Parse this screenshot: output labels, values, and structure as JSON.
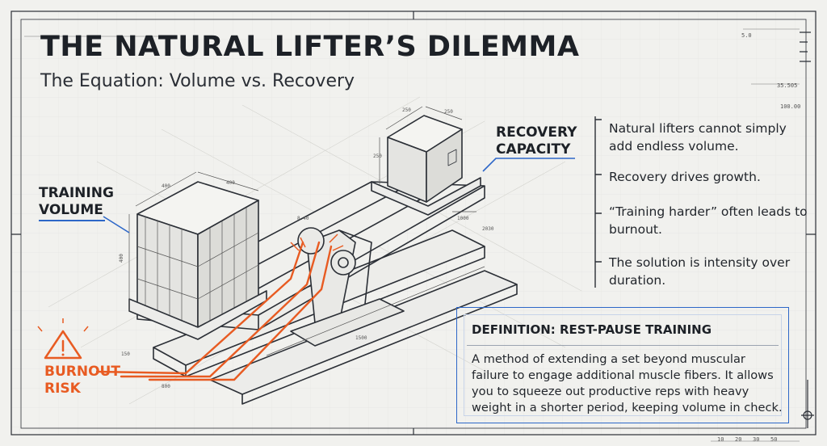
{
  "header": {
    "title": "THE NATURAL LIFTER’S DILEMMA",
    "subtitle": "The Equation: Volume vs. Recovery"
  },
  "diagram": {
    "left_label_line1": "TRAINING",
    "left_label_line2": "VOLUME",
    "right_label_line1": "RECOVERY",
    "right_label_line2": "CAPACITY",
    "warning_label_line1": "BURNOUT",
    "warning_label_line2": "RISK",
    "accent_color": "#e85b22",
    "line_color": "#2d67c8",
    "dims": [
      "400",
      "400",
      "400",
      "250",
      "250",
      "250",
      "8.40",
      "1000",
      "2030",
      "1500",
      "800",
      "150"
    ]
  },
  "bullets": [
    "Natural lifters cannot simply add endless volume.",
    "Recovery drives growth.",
    "“Training harder” often leads to burnout.",
    "The solution is intensity over duration."
  ],
  "definition": {
    "title": "DEFINITION: REST-PAUSE TRAINING",
    "body": "A method of extending a set beyond muscular failure to engage additional muscle fibers. It allows you to squeeze out productive reps with heavy weight in a shorter period, keeping volume in check."
  },
  "annotations": {
    "scale_top": "5.0",
    "dim_right_1": "35.505",
    "dim_right_2": "100.00",
    "ruler_ticks": [
      "10",
      "20",
      "30",
      "50"
    ]
  }
}
